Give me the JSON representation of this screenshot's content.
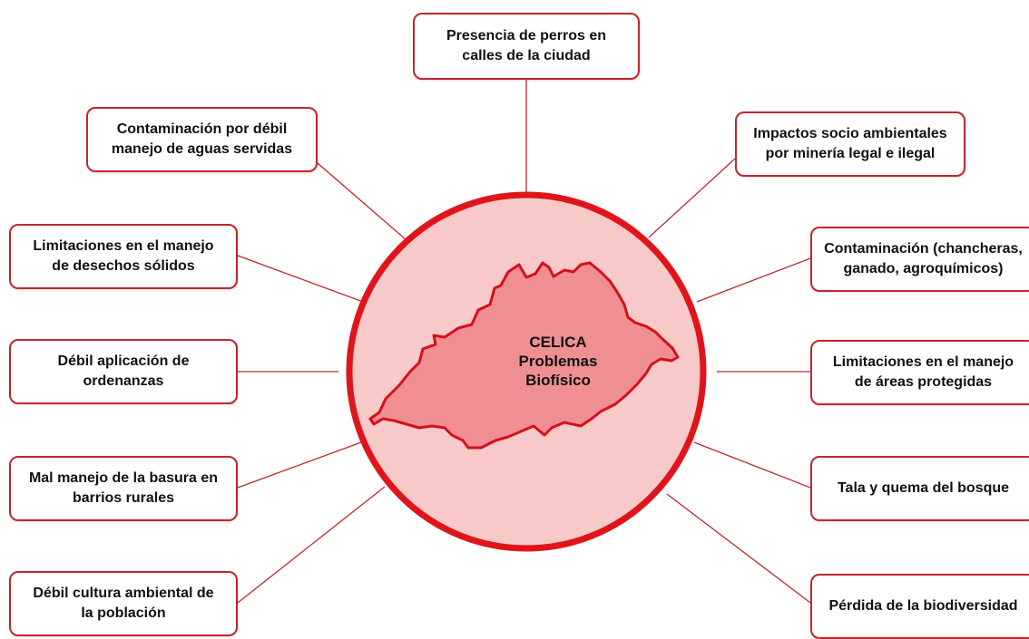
{
  "center": {
    "label": "CELICA\nProblemas\nBiofísico"
  },
  "problems": [
    {
      "id": "perros",
      "text": "Presencia de perros en\ncalles de la ciudad"
    },
    {
      "id": "aguas",
      "text": "Contaminación por débil\nmanejo de aguas servidas"
    },
    {
      "id": "mineria",
      "text": "Impactos socio ambientales\npor minería legal e ilegal"
    },
    {
      "id": "desechos",
      "text": "Limitaciones en el manejo\nde desechos sólidos"
    },
    {
      "id": "chancheras",
      "text": "Contaminación (chancheras,\nganado, agroquímicos)"
    },
    {
      "id": "ordenanzas",
      "text": "Débil aplicación de\nordenanzas"
    },
    {
      "id": "areas",
      "text": "Limitaciones en el manejo\nde áreas protegidas"
    },
    {
      "id": "basura",
      "text": "Mal manejo de la basura en\nbarrios rurales"
    },
    {
      "id": "tala",
      "text": "Tala y quema del bosque"
    },
    {
      "id": "cultura",
      "text": "Débil cultura ambiental de\nla población"
    },
    {
      "id": "biodiversidad",
      "text": "Pérdida de la biodiversidad"
    }
  ],
  "colors": {
    "ring": "#e0141b",
    "circle_fill": "#f8c9c9",
    "map_fill": "#f08f93",
    "map_stroke": "#d4101a",
    "connector": "#c0272d",
    "box_border": "#c0272d"
  }
}
